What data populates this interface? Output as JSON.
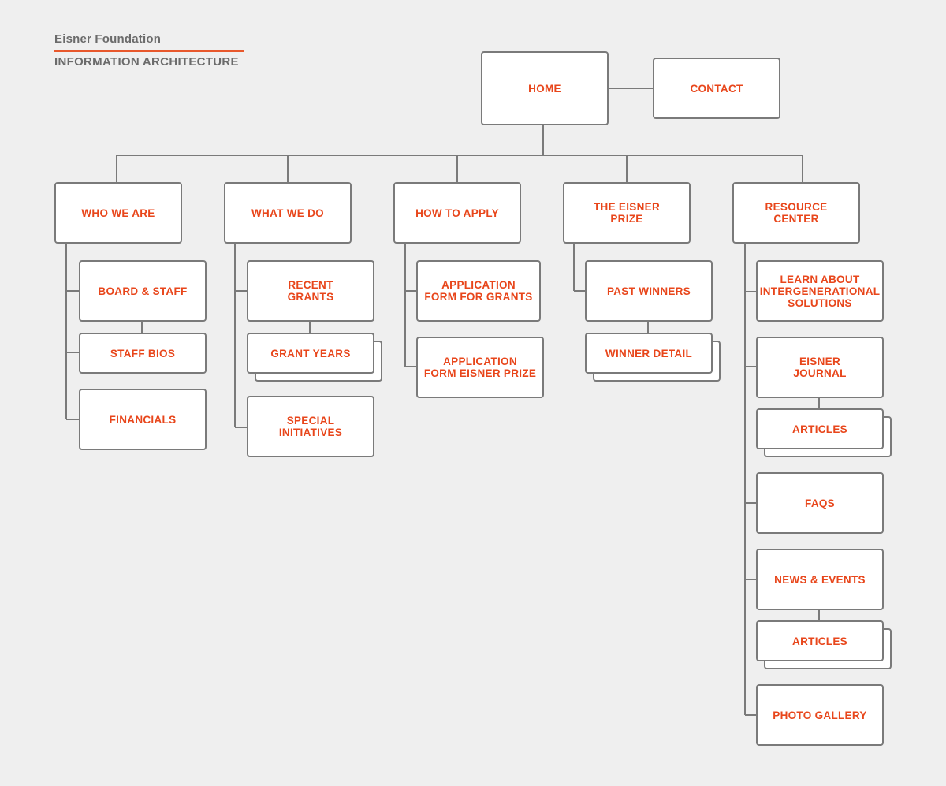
{
  "header": {
    "org": "Eisner Foundation",
    "title": "INFORMATION ARCHITECTURE"
  },
  "colors": {
    "accent": "#e8461b",
    "line": "#7a7a7a",
    "node_fill": "#ffffff",
    "background": "#efefef"
  },
  "nodes": {
    "home": [
      "HOME"
    ],
    "contact": [
      "CONTACT"
    ],
    "who_we_are": [
      "WHO WE ARE"
    ],
    "board_staff": [
      "BOARD & STAFF"
    ],
    "staff_bios": [
      "STAFF BIOS"
    ],
    "financials": [
      "FINANCIALS"
    ],
    "what_we_do": [
      "WHAT WE DO"
    ],
    "recent_grants": [
      "RECENT",
      "GRANTS"
    ],
    "grant_years": [
      "GRANT YEARS"
    ],
    "special_initiatives": [
      "SPECIAL",
      "INITIATIVES"
    ],
    "how_to_apply": [
      "HOW TO APPLY"
    ],
    "app_form_grants": [
      "APPLICATION",
      "FORM FOR GRANTS"
    ],
    "app_form_prize": [
      "APPLICATION",
      "FORM EISNER PRIZE"
    ],
    "eisner_prize": [
      "THE EISNER",
      "PRIZE"
    ],
    "past_winners": [
      "PAST WINNERS"
    ],
    "winner_detail": [
      "WINNER DETAIL"
    ],
    "resource_center": [
      "RESOURCE",
      "CENTER"
    ],
    "learn_about": [
      "LEARN ABOUT",
      "INTERGENERATIONAL",
      "SOLUTIONS"
    ],
    "eisner_journal": [
      "EISNER",
      "JOURNAL"
    ],
    "journal_articles": [
      "ARTICLES"
    ],
    "faqs": [
      "FAQS"
    ],
    "news_events": [
      "NEWS & EVENTS"
    ],
    "news_articles": [
      "ARTICLES"
    ],
    "photo_gallery": [
      "PHOTO GALLERY"
    ]
  }
}
